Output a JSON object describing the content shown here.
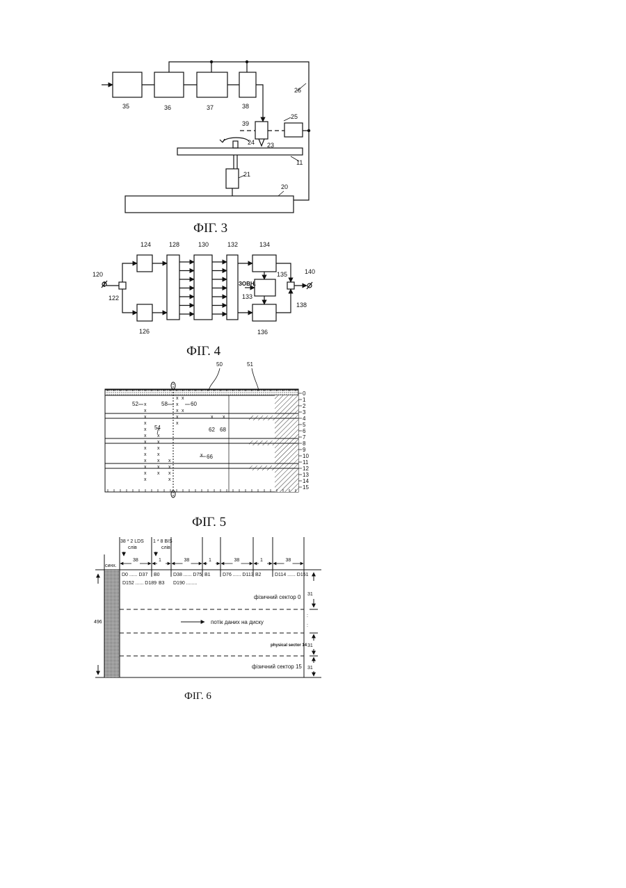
{
  "fig3": {
    "caption": "ФІГ. 3",
    "labels": {
      "b35": "35",
      "b36": "36",
      "b37": "37",
      "b38": "38",
      "l26": "26",
      "l25": "25",
      "l39": "39",
      "l24": "24",
      "l23": "23",
      "l11": "11",
      "l21": "21",
      "l20": "20"
    }
  },
  "fig4": {
    "caption": "ФІГ. 4",
    "labels": {
      "l120": "120",
      "l122": "122",
      "l124": "124",
      "l126": "126",
      "l128": "128",
      "l130": "130",
      "l132": "132",
      "l134": "134",
      "l135": "135",
      "l133": "133",
      "l136": "136",
      "l138": "138",
      "l140": "140",
      "ext": "ЗОВН."
    }
  },
  "fig5": {
    "caption": "ФІГ. 5",
    "top_labels": {
      "l50": "50",
      "l51": "51"
    },
    "row_labels": [
      "0",
      "1",
      "2",
      "3",
      "4",
      "5",
      "6",
      "7",
      "8",
      "9",
      "10",
      "11",
      "12",
      "13",
      "14",
      "15"
    ],
    "callouts": {
      "l52": "52",
      "l54": "54",
      "l58": "58",
      "l60": "60",
      "l62": "62",
      "l68": "68",
      "l66": "66"
    },
    "mark": "x"
  },
  "fig6": {
    "caption": "ФІГ. 6",
    "sync": "синх.",
    "hdr_lds": "38 * 2 LDS\nслів",
    "hdr_bis": "1 * 8 BIS\nслів",
    "cols": [
      "38",
      "1",
      "38",
      "1",
      "38",
      "1",
      "38"
    ],
    "row1": [
      "D0 ...... D37",
      "B0",
      "D38 ...... D75",
      "B1",
      "D76 ...... D113",
      "B2",
      "D114 ...... D151"
    ],
    "row2": [
      "D152 ...... D189",
      "B3",
      "D190 ........"
    ],
    "total": "496",
    "sector_labels": [
      "фізичний сектор 0",
      "physical sector 14",
      "фізичний сектор 15"
    ],
    "sector_sizes": [
      "31",
      "31",
      "31"
    ],
    "dots": ":",
    "flow": "потік даних на диску"
  }
}
